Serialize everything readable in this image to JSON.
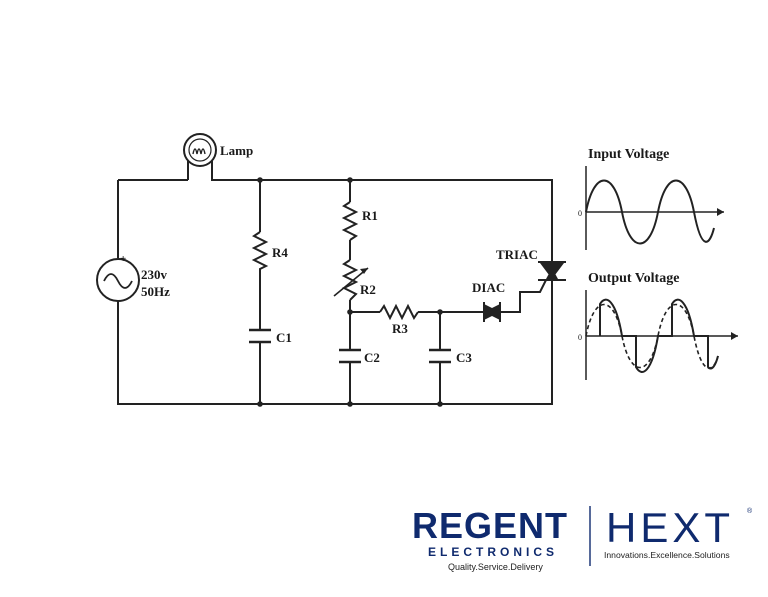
{
  "circuit": {
    "lamp": "Lamp",
    "source_voltage": "230v",
    "source_freq": "50Hz",
    "r4": "R4",
    "c1": "C1",
    "r1": "R1",
    "r2": "R2",
    "r3": "R3",
    "c2": "C2",
    "c3": "C3",
    "diac": "DIAC",
    "triac": "TRIAC",
    "source_plus": "+"
  },
  "graphs": {
    "input_title": "Input Voltage",
    "output_title": "Output Voltage",
    "zero_label": "0"
  },
  "logo": {
    "name": "REGENT",
    "sub": "ELECTRONICS",
    "tagline": "Quality.Service.Delivery",
    "partner": "HEXT",
    "partner_mark": "®",
    "partner_tagline": "Innovations.Excellence.Solutions"
  }
}
